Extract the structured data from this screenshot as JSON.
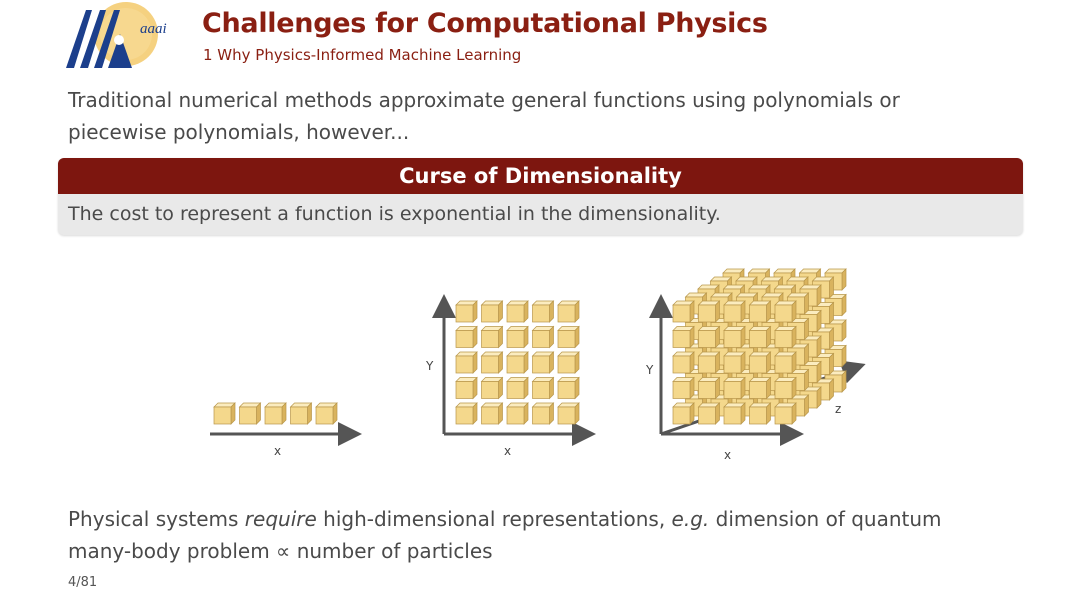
{
  "header": {
    "logo_text": "aaai",
    "title": "Challenges for Computational Physics",
    "subtitle": "1 Why Physics-Informed Machine Learning"
  },
  "intro": {
    "line1": "Traditional numerical methods approximate general functions using polynomials or",
    "line2": "piecewise polynomials, however..."
  },
  "block": {
    "title": "Curse of Dimensionality",
    "body": "The cost to represent a function is exponential in the dimensionality."
  },
  "figure": {
    "panels": [
      {
        "axes": [
          "x"
        ],
        "grid": [
          5,
          1,
          1
        ]
      },
      {
        "axes": [
          "x",
          "Y"
        ],
        "grid": [
          5,
          5,
          1
        ]
      },
      {
        "axes": [
          "x",
          "Y",
          "z"
        ],
        "grid": [
          5,
          5,
          5
        ]
      }
    ],
    "cube_colors": {
      "front": "#f4d88c",
      "top": "#fbecbf",
      "side": "#d9b35e",
      "edge": "#b8964a"
    },
    "axis_color": "#555555"
  },
  "footer": {
    "part1": "Physical systems ",
    "em1": "require",
    "part2": " high-dimensional representations, ",
    "em2": "e.g.",
    "part3": " dimension of quantum",
    "line2": "many-body problem ∝ number of particles"
  },
  "page": {
    "number": "4/81"
  }
}
